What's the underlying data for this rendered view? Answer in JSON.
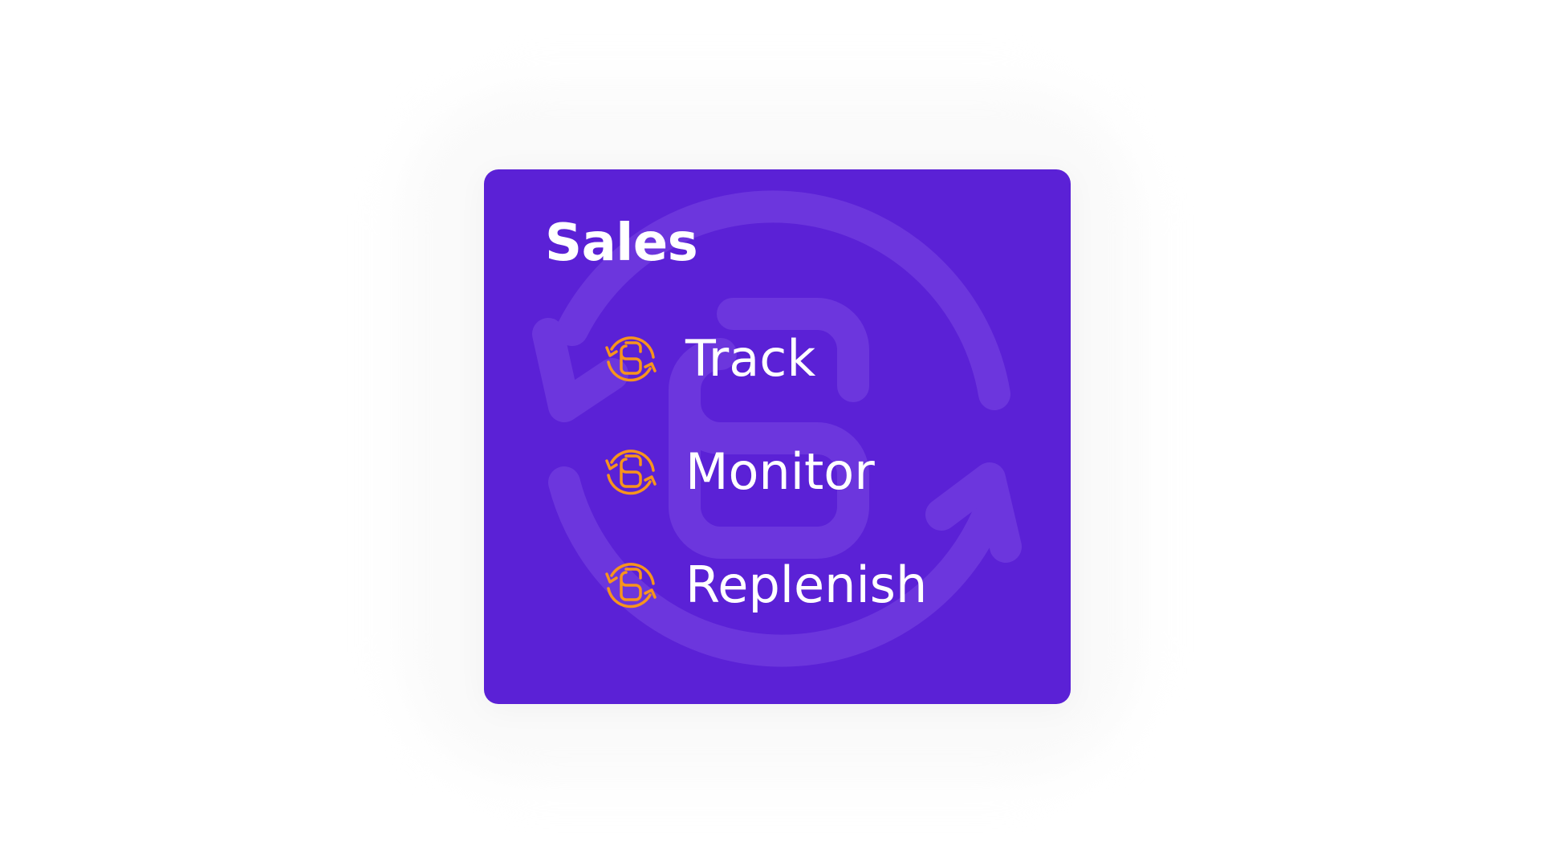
{
  "colors": {
    "card_background": "#5b21d6",
    "watermark": "#6c36dd",
    "text": "#ffffff",
    "icon_accent": "#f7941d"
  },
  "card": {
    "title": "Sales",
    "watermark_icon": "sync-s-logo-icon",
    "items": [
      {
        "label": "Track",
        "icon": "sync-s-logo-icon"
      },
      {
        "label": "Monitor",
        "icon": "sync-s-logo-icon"
      },
      {
        "label": "Replenish",
        "icon": "sync-s-logo-icon"
      }
    ]
  }
}
